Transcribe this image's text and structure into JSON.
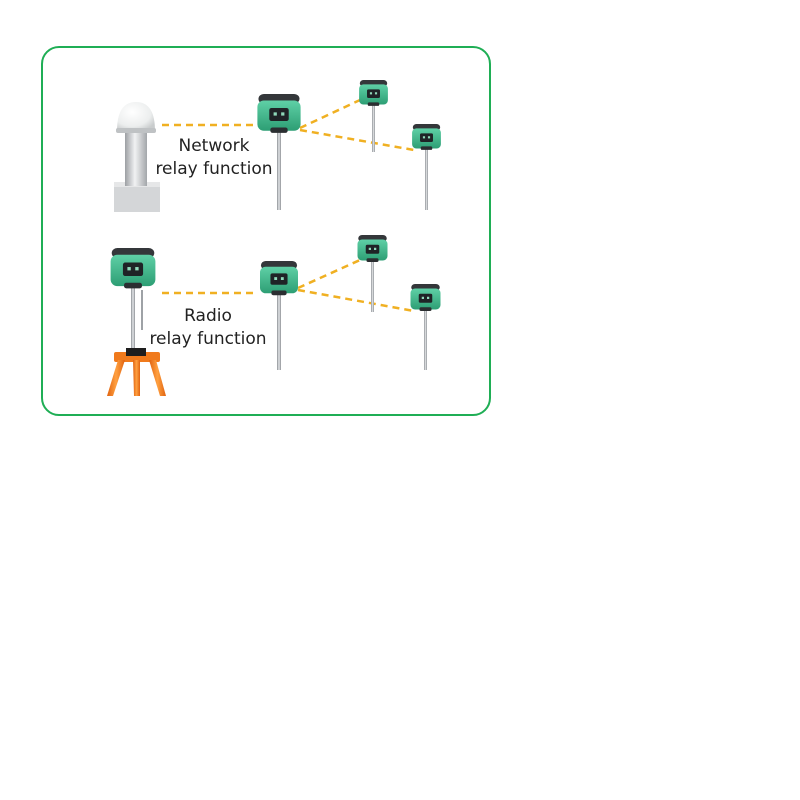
{
  "captions": {
    "network": {
      "line1": "Network",
      "line2": "relay function"
    },
    "radio": {
      "line1": "Radio",
      "line2": "relay function"
    }
  },
  "colors": {
    "frame_border": "#1fae55",
    "link_dash": "#f0b022",
    "receiver_body": "#3cb88c",
    "receiver_top": "#3a3d40",
    "tripod": "#f07a1c"
  },
  "icons": {
    "base_antenna": "dome-antenna-icon",
    "base_receiver": "gnss-receiver-icon",
    "tripod": "tripod-icon",
    "rover": "gnss-rover-icon"
  }
}
